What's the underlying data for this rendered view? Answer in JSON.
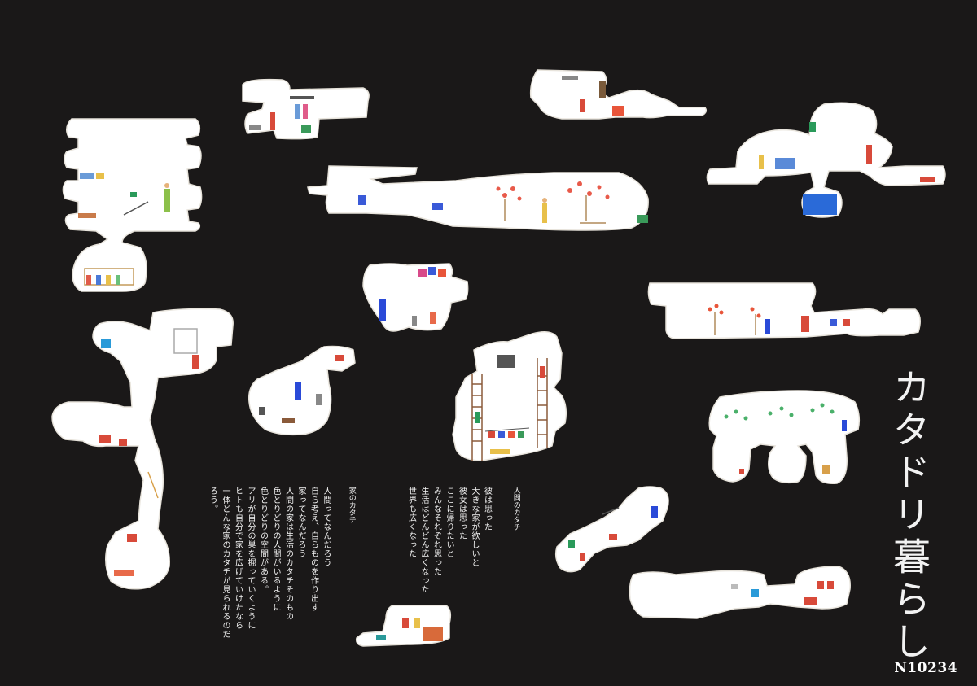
{
  "poster": {
    "title": "カタドリ暮らし",
    "code": "N10234",
    "background_color": "#1a1818",
    "text_color": "#f2f2f2",
    "cavity_color": "#ffffff",
    "sections": [
      {
        "heading": "人間のカタチ",
        "body": "彼は思った\n大きな家が欲しいと\n彼女は思った\nここに帰りたいと\nみんなそれぞれ思った\n生活はどんどん広くなった\n世界も広くなった"
      },
      {
        "heading": "家のカタチ",
        "body": "人間ってなんだろう\n自ら考え、自らものを作り出す\n家ってなんだろう\n人間の家は生活のカタチそのもの\n色とりどりの人間がいるように\n色とりどりの空間がある。\nアリが自分の巣を掘っていくように\nヒトも自分で家を広げていけたなら\n一体どんな家のカタチが見られるのだろう。"
      }
    ]
  }
}
